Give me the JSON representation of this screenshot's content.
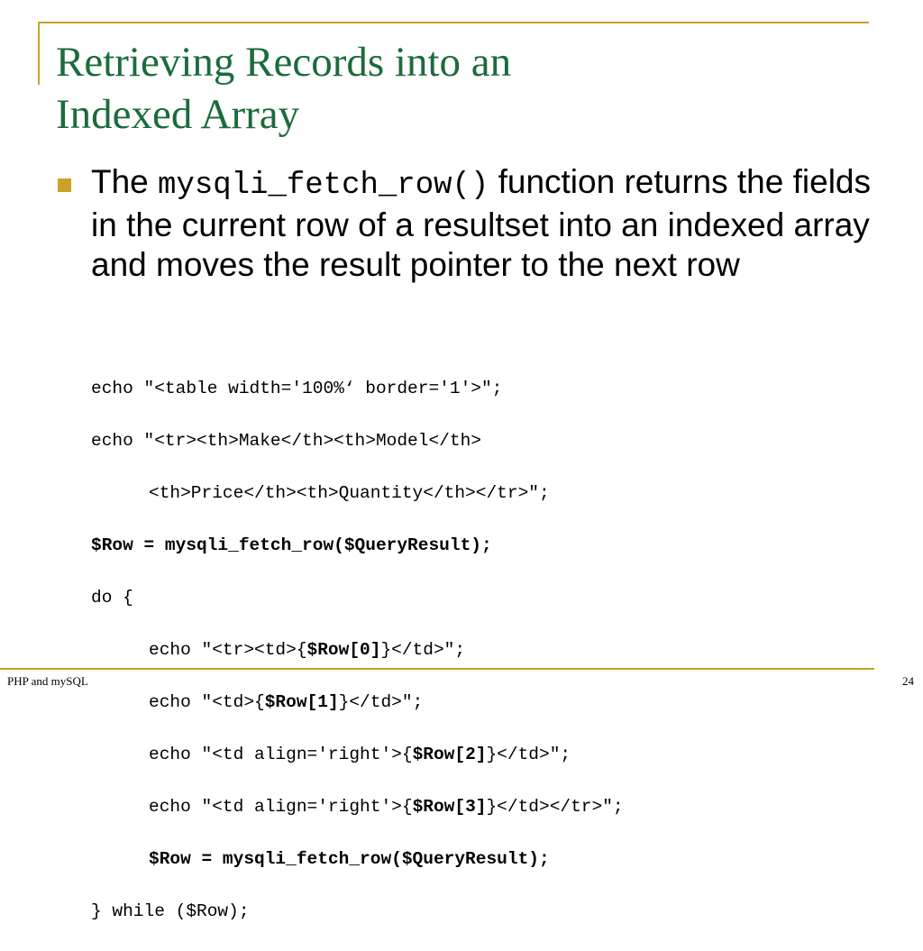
{
  "title": {
    "line1": "Retrieving Records into an",
    "line2": "Indexed Array"
  },
  "bullet": {
    "pre": "The ",
    "code": "mysqli_fetch_row()",
    "post": " function returns the fields in the current row of a resultset into an indexed array and moves the result pointer to the next row"
  },
  "code": {
    "l1": "echo \"<table width='100%‘ border='1'>\";",
    "l2": "echo \"<tr><th>Make</th><th>Model</th>",
    "l3": "<th>Price</th><th>Quantity</th></tr>\";",
    "l4": "$Row = mysqli_fetch_row($QueryResult);",
    "l5": "do {",
    "l6a": "echo \"<tr><td>{",
    "l6b": "$Row[0]",
    "l6c": "}</td>\";",
    "l7a": "echo \"<td>{",
    "l7b": "$Row[1]",
    "l7c": "}</td>\";",
    "l8a": "echo \"<td align='right'>{",
    "l8b": "$Row[2]",
    "l8c": "}</td>\";",
    "l9a": "echo \"<td align='right'>{",
    "l9b": "$Row[3]",
    "l9c": "}</td></tr>\";",
    "l10": "$Row = mysqli_fetch_row($QueryResult);",
    "l11": "} while ($Row);"
  },
  "footer": {
    "left": "PHP and mySQL",
    "page": "24"
  },
  "colors": {
    "accent": "#c9a227",
    "title": "#1c6b3c"
  }
}
